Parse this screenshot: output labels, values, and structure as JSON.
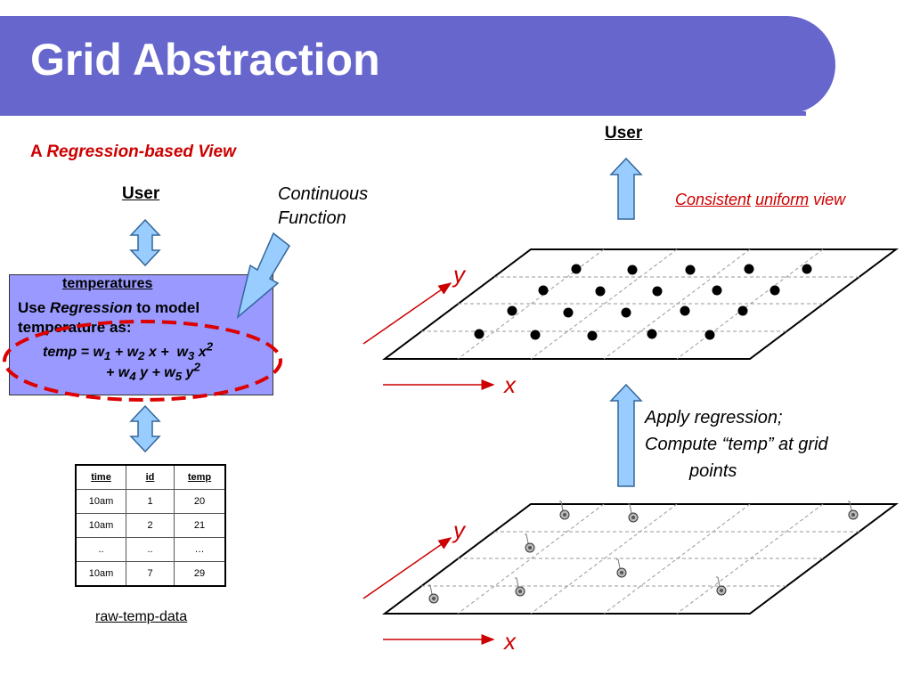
{
  "title": "Grid Abstraction",
  "left": {
    "heading_prefix": "A",
    "heading_emph": "Regression-based View",
    "user_label": "User",
    "callout_line1": "Continuous",
    "callout_line2": "Function",
    "box": {
      "title": "temperatures",
      "line1_a": "Use",
      "line1_emph": "Regression",
      "line1_b": "to model",
      "line2": "temperature as:",
      "eq_line1": "temp = w1 + w2 x +  w3 x2",
      "eq_line2": "+ w4 y + w5 y2"
    },
    "table": {
      "headers": [
        "time",
        "id",
        "temp"
      ],
      "rows": [
        [
          "10am",
          "1",
          "20"
        ],
        [
          "10am",
          "2",
          "21"
        ],
        [
          "..",
          "..",
          "…"
        ],
        [
          "10am",
          "7",
          "29"
        ]
      ]
    },
    "table_caption": "raw-temp-data"
  },
  "right": {
    "user_label": "User",
    "view_word1": "Consistent",
    "view_word2": "uniform",
    "view_word3": "view",
    "axis_y": "y",
    "axis_x": "x",
    "apply_line1": "Apply regression;",
    "apply_line2": "Compute “temp” at grid",
    "apply_line3": "points"
  },
  "colors": {
    "title_bar": "#6666cc",
    "box_fill": "#9999ff",
    "arrow_fill": "#99ccff",
    "arrow_stroke": "#336699",
    "highlight_red": "#cc0000",
    "ellipse_red": "#dd0000"
  },
  "icons": {
    "sensor": "antenna-sensor-icon",
    "grid_point": "grid-point-dot"
  }
}
